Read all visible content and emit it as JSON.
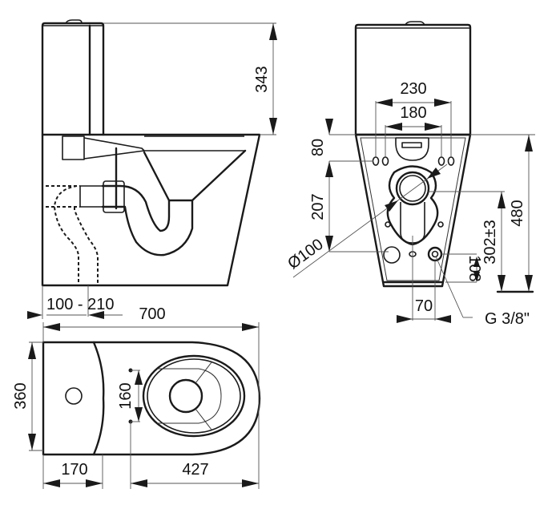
{
  "drawing": {
    "subject": "close-coupled floor-standing toilet with cistern",
    "units": "mm",
    "views": {
      "side_view": {
        "dimensions": {
          "cistern_height": "343",
          "outlet_offset_range": "100 - 210"
        }
      },
      "front_view": {
        "dimensions": {
          "fixing_width_outer": "230",
          "fixing_width_inner": "180",
          "fixing_height_offset": "80",
          "outlet_center_to_fixing": "207",
          "outlet_diameter": "Ø100",
          "total_height_to_fixings": "480",
          "outlet_height": "302±3",
          "supply_height": "108",
          "supply_offset": "70",
          "supply_connection": "G 3/8\""
        }
      },
      "top_view": {
        "dimensions": {
          "overall_length": "700",
          "overall_width": "360",
          "seat_fixing_spacing": "160",
          "cistern_depth": "170",
          "bowl_length": "427"
        }
      }
    }
  }
}
